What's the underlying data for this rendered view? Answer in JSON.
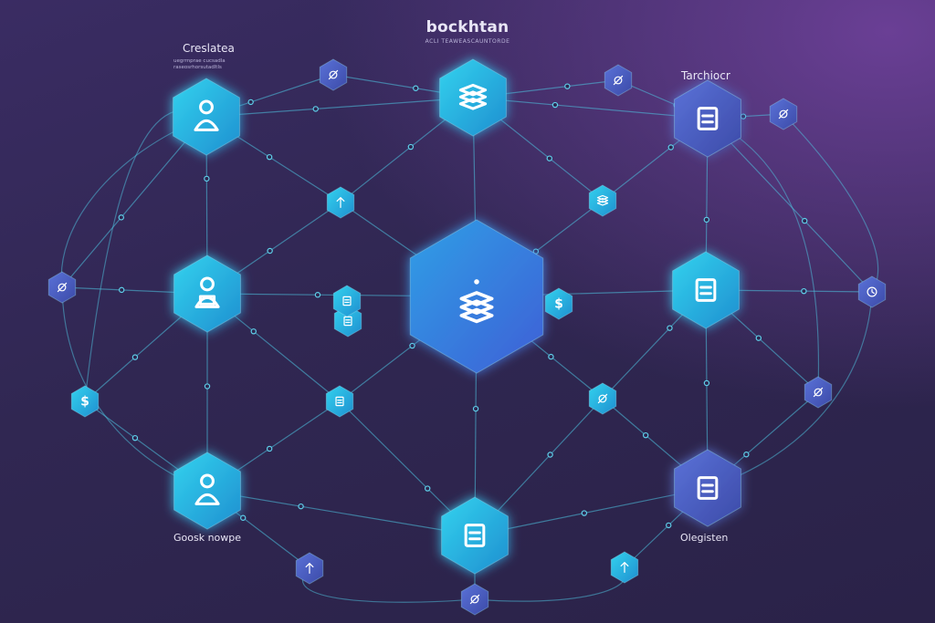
{
  "header": {
    "title": "bockhtan",
    "subtitle": "ACLI TEAWEASCAUNTORDE"
  },
  "labels": {
    "top_left": "Creslatea",
    "top_left_sub": "uegrrnprae cucsadla\nraseosrhorsutadltls",
    "top_right": "Tarchiocr",
    "bottom_left": "Goosk nowpe",
    "bottom_right": "Olegisten"
  },
  "colors": {
    "background": "#2e2650",
    "node_cyan": "#22b8dc",
    "node_blue": "#3b6fd8",
    "node_indigo": "#4a5ab8",
    "line": "#4fc3e0"
  },
  "nodes": [
    {
      "id": "central-hub",
      "icon": "layered-stack-icon",
      "size": "xl",
      "color": "blue"
    },
    {
      "id": "top-center",
      "icon": "layers-icon",
      "size": "lg",
      "color": "cyan"
    },
    {
      "id": "top-left-person",
      "icon": "person-icon",
      "size": "lg",
      "color": "cyan"
    },
    {
      "id": "mid-left-person",
      "icon": "person-network-icon",
      "size": "lg",
      "color": "cyan"
    },
    {
      "id": "bottom-left-person",
      "icon": "person-icon",
      "size": "lg",
      "color": "cyan"
    },
    {
      "id": "bottom-center",
      "icon": "document-icon",
      "size": "lg",
      "color": "cyan"
    },
    {
      "id": "top-right",
      "icon": "chip-icon",
      "size": "lg",
      "color": "indigo"
    },
    {
      "id": "mid-right",
      "icon": "chip-icon",
      "size": "lg",
      "color": "cyan"
    },
    {
      "id": "bottom-right",
      "icon": "cube-icon",
      "size": "lg",
      "color": "indigo"
    },
    {
      "id": "s-left-1",
      "icon": "wallet-icon",
      "size": "sm",
      "color": "indigo"
    },
    {
      "id": "s-left-2",
      "icon": "dollar-icon",
      "size": "sm",
      "color": "cyan"
    },
    {
      "id": "s-top-1",
      "icon": "link-icon",
      "size": "sm",
      "color": "indigo"
    },
    {
      "id": "s-mid-1",
      "icon": "arrow-up-icon",
      "size": "sm",
      "color": "cyan"
    },
    {
      "id": "s-mid-2",
      "icon": "stack-icon",
      "size": "sm",
      "color": "cyan"
    },
    {
      "id": "s-mid-3",
      "icon": "box-icon",
      "size": "sm",
      "color": "cyan"
    },
    {
      "id": "s-mid-4",
      "icon": "coin-icon",
      "size": "sm",
      "color": "cyan"
    },
    {
      "id": "s-mid-5",
      "icon": "document-icon",
      "size": "sm",
      "color": "cyan"
    },
    {
      "id": "s-mid-6",
      "icon": "transfer-icon",
      "size": "sm",
      "color": "cyan"
    },
    {
      "id": "s-mid-7",
      "icon": "cube-icon",
      "size": "sm",
      "color": "cyan"
    },
    {
      "id": "s-right-1",
      "icon": "user-check-icon",
      "size": "sm",
      "color": "indigo"
    },
    {
      "id": "s-right-2",
      "icon": "scooter-icon",
      "size": "sm",
      "color": "indigo"
    },
    {
      "id": "s-right-3",
      "icon": "clock-icon",
      "size": "sm",
      "color": "indigo"
    },
    {
      "id": "s-right-4",
      "icon": "wallet-icon",
      "size": "sm",
      "color": "indigo"
    },
    {
      "id": "s-bottom-1",
      "icon": "arrow-up-icon",
      "size": "sm",
      "color": "indigo"
    },
    {
      "id": "s-bottom-2",
      "icon": "arrow-up-icon",
      "size": "sm",
      "color": "cyan"
    },
    {
      "id": "s-bottom-3",
      "icon": "link-icon",
      "size": "sm",
      "color": "indigo"
    }
  ]
}
